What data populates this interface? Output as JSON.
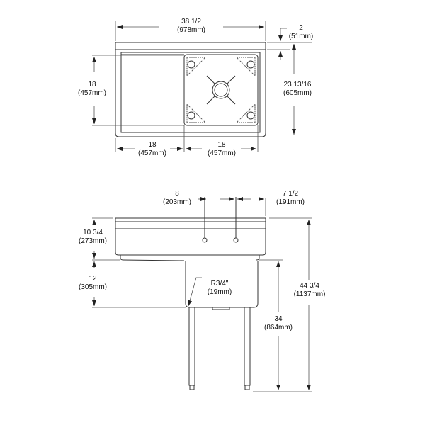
{
  "top_view": {
    "overall_width": {
      "imperial": "38 1/2",
      "metric": "(978mm)"
    },
    "backsplash": {
      "imperial": "2",
      "metric": "(51mm)"
    },
    "bowl_depth": {
      "imperial": "18",
      "metric": "(457mm)"
    },
    "overall_depth": {
      "imperial": "23 13/16",
      "metric": "(605mm)"
    },
    "drainboard_width": {
      "imperial": "18",
      "metric": "(457mm)"
    },
    "bowl_width": {
      "imperial": "18",
      "metric": "(457mm)"
    }
  },
  "front_view": {
    "faucet_spacing": {
      "imperial": "8",
      "metric": "(203mm)"
    },
    "faucet_offset": {
      "imperial": "7 1/2",
      "metric": "(191mm)"
    },
    "backsplash_height": {
      "imperial": "10 3/4",
      "metric": "(273mm)"
    },
    "bowl_height": {
      "imperial": "12",
      "metric": "(305mm)"
    },
    "corner_radius": {
      "imperial": "R3/4\"",
      "metric": "(19mm)"
    },
    "rim_height": {
      "imperial": "34",
      "metric": "(864mm)"
    },
    "overall_height": {
      "imperial": "44 3/4",
      "metric": "(1137mm)"
    }
  },
  "colors": {
    "line": "#333333",
    "dim_line": "#444444"
  }
}
